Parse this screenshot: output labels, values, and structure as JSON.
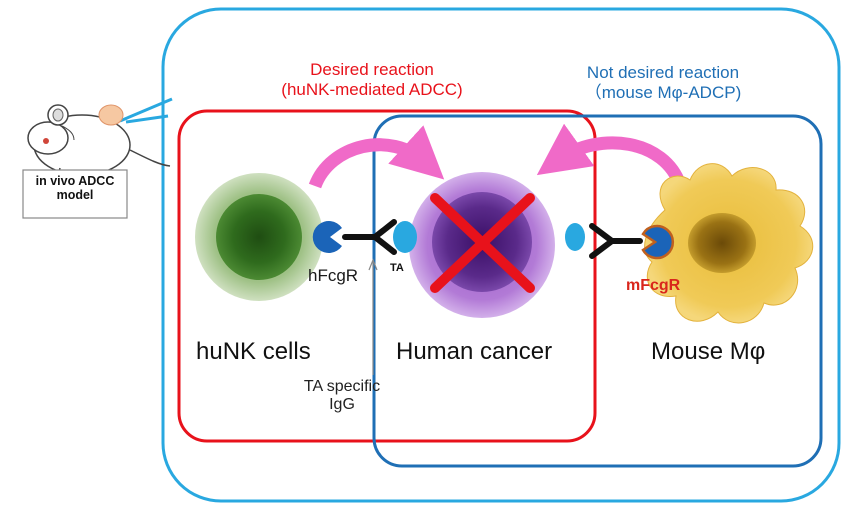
{
  "model_box": {
    "line1": "in vivo ADCC",
    "line2": "model"
  },
  "desired": {
    "line1": "Desired reaction",
    "line2": "(huNK-mediated ADCC)",
    "color": "#e8121b"
  },
  "not_desired": {
    "line1": "Not desired reaction",
    "line2": "（mouse Mφ-ADCP)",
    "color": "#1f6fb5"
  },
  "outer_color": "#29a8e0",
  "cells": {
    "nk": "huNK cells",
    "cancer": "Human cancer",
    "macrophage": "Mouse Mφ"
  },
  "receptors": {
    "human": "hFcgR",
    "mouse": "mFcgR",
    "mouse_color": "#d9261c"
  },
  "antigen": "TA",
  "antibody": {
    "line1": "TA specific",
    "line2": "IgG"
  },
  "arrow_color": "#f06ac8"
}
